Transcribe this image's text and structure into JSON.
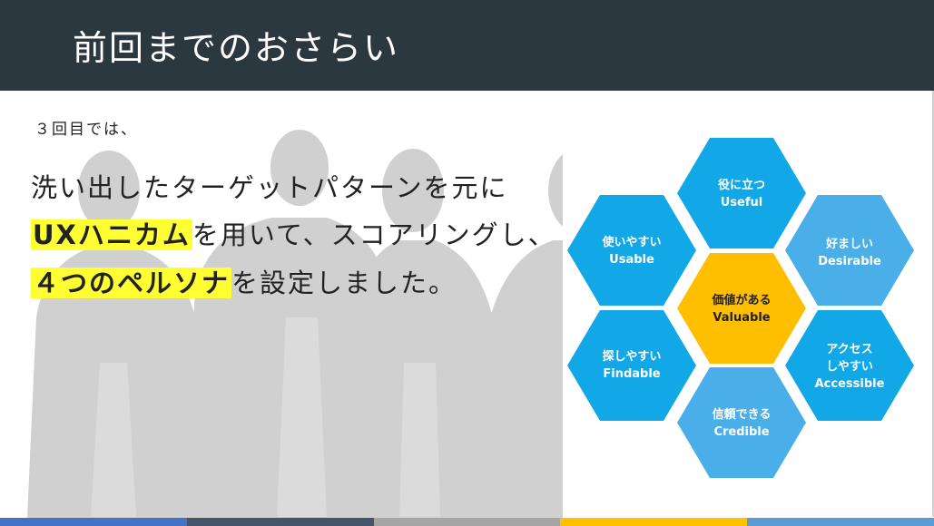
{
  "header": {
    "title": "前回までのおさらい"
  },
  "intro": "３回目では、",
  "body": {
    "line1": "洗い出したターゲットパターンを元に",
    "line2_hl": "UXハニカム",
    "line2_rest": "を用いて、スコアリングし、",
    "line3_hl": "４つのペルソナ",
    "line3_rest": "を設定しました。"
  },
  "honeycomb": [
    {
      "jp": "役に立つ",
      "en": "Useful",
      "color": "#12a8e8"
    },
    {
      "jp": "使いやすい",
      "en": "Usable",
      "color": "#12a8e8"
    },
    {
      "jp": "好ましい",
      "en": "Desirable",
      "color": "#4aaee8"
    },
    {
      "jp": "価値がある",
      "en": "Valuable",
      "color": "#ffbf00"
    },
    {
      "jp": "探しやすい",
      "en": "Findable",
      "color": "#12a8e8"
    },
    {
      "jp": "アクセス",
      "jp2": "しやすい",
      "en": "Accessible",
      "color": "#12a8e8"
    },
    {
      "jp": "信頼できる",
      "en": "Credible",
      "color": "#4aaee8"
    }
  ],
  "colors": {
    "header_bg": "#2c3840",
    "highlight": "#ffff33",
    "bottom_bar": [
      "#4472c4",
      "#44546a",
      "#a5a5a5",
      "#ffc000",
      "#5b9bd5"
    ]
  }
}
